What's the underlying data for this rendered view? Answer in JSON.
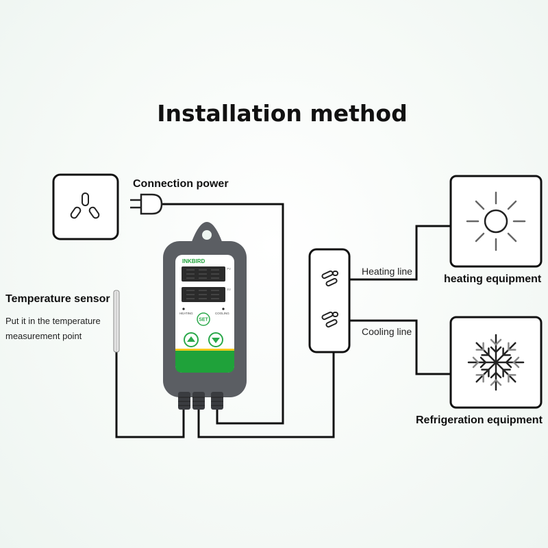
{
  "title": "Installation method",
  "labels": {
    "connection_power": "Connection power",
    "temperature_sensor": "Temperature sensor",
    "sensor_hint_line1": "Put it in the temperature",
    "sensor_hint_line2": "measurement point",
    "heating_line": "Heating line",
    "cooling_line": "Cooling line",
    "heating_equipment": "heating equipment",
    "refrigeration_equipment": "Refrigeration equipment"
  },
  "device": {
    "brand": "INKBIRD",
    "heating_indicator": "HEATING",
    "cooling_indicator": "COOLING",
    "set_button": "SET",
    "display_upper_unit": "PV",
    "display_lower_unit": "SV"
  },
  "icons": {
    "wall_outlet": "wall-outlet-icon",
    "plug": "power-plug-icon",
    "sun": "sun-icon",
    "snowflake": "snowflake-icon",
    "up_arrow": "up-arrow-icon",
    "down_arrow": "down-arrow-icon"
  },
  "colors": {
    "line": "#111111",
    "device_body": "#5b5e63",
    "device_face": "#ffffff",
    "display": "#2b2b2b",
    "green_accent": "#1fa23a",
    "yellow_accent": "#f2c81c",
    "button_green": "#2aa84a"
  }
}
